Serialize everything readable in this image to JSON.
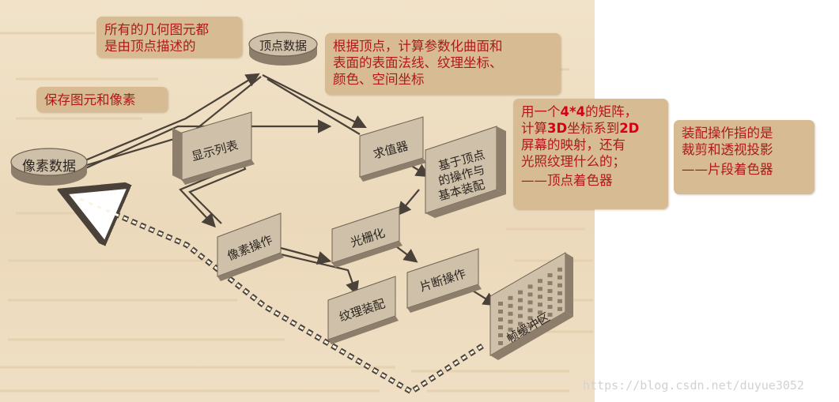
{
  "diagram": {
    "nodes": {
      "pixel_data": "像素数据",
      "vertex_data": "顶点数据",
      "display_list": "显示列表",
      "evaluator": "求值器",
      "per_vertex": [
        "基于顶点",
        "的操作与",
        "基本装配"
      ],
      "pixel_ops": "像素操作",
      "rasterization": "光栅化",
      "texture_assembly": "纹理装配",
      "fragment_ops": "片断操作",
      "framebuffer": "帧缓冲区"
    }
  },
  "callouts": {
    "geometry": [
      "所有的几何图元都",
      "是由顶点描述的"
    ],
    "store": [
      "保存图元和像素"
    ],
    "evaluator": [
      "根据顶点，计算参数化曲面和",
      "表面的表面法线、纹理坐标、",
      "颜色、空间坐标"
    ],
    "matrix_parts": {
      "l1a": "用一个",
      "l1num": "4*4",
      "l1b": "的矩阵，",
      "l2a": "计算",
      "l2num1": "3D",
      "l2b": "坐标系到",
      "l2num2": "2D",
      "l3": "屏幕的映射，还有",
      "l4": "光照纹理什么的；",
      "l5": "——顶点着色器"
    },
    "assembly": [
      "装配操作指的是",
      "裁剪和透视投影",
      "——片段着色器"
    ]
  },
  "watermark": "https://blog.csdn.net/duyue3052",
  "colors": {
    "callout_bg": "#d7bb92",
    "callout_text": "#b0181c",
    "scan_bg": "#ecd9bb",
    "block_face": "#cfc0aa",
    "block_side": "#8d7e6c",
    "arrow": "#4a4238"
  }
}
